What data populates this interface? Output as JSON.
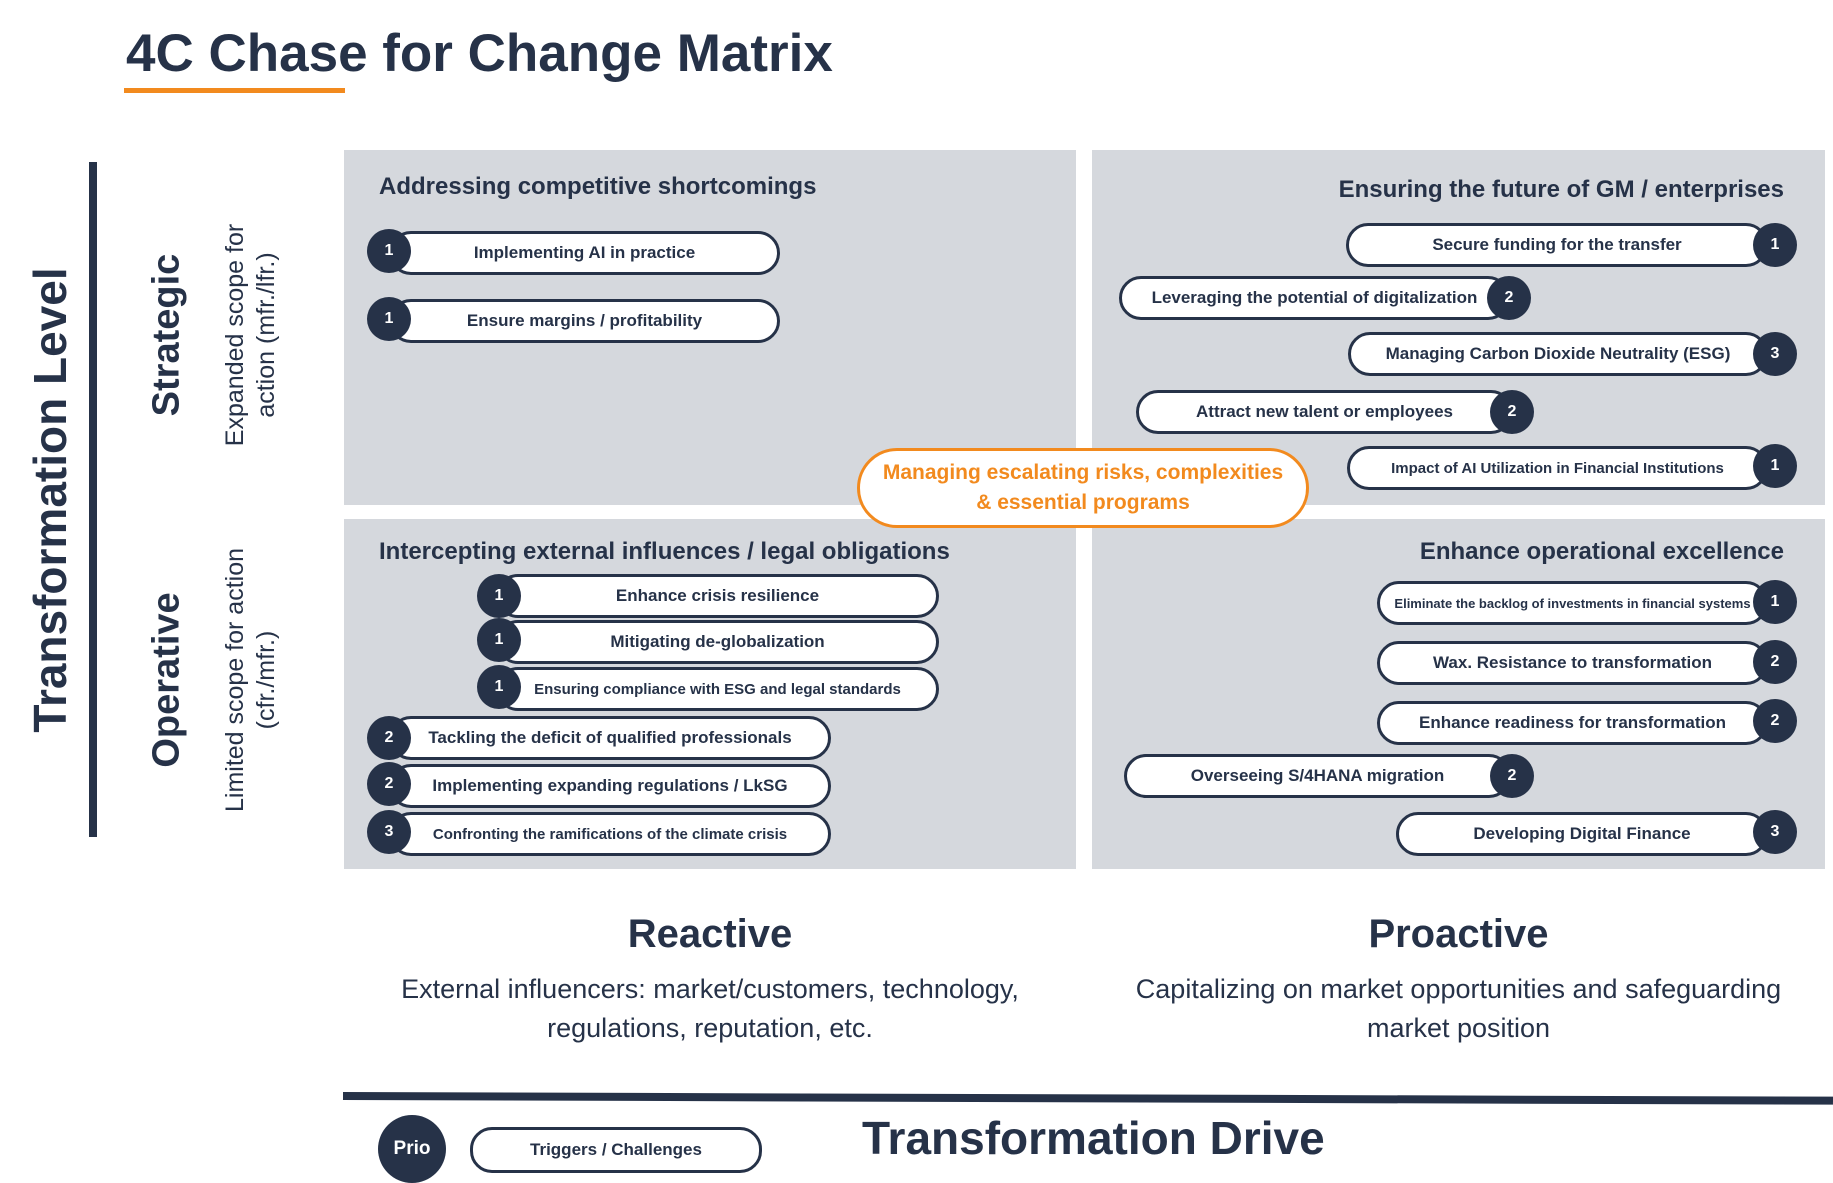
{
  "title": "4C Chase for Change Matrix",
  "axes": {
    "y_title": "Transformation Level",
    "x_title": "Transformation Drive",
    "rows": [
      {
        "title": "Strategic",
        "subtitle_lines": [
          "Expanded scope for",
          "action (mfr./lfr.)"
        ]
      },
      {
        "title": "Operative",
        "subtitle_lines": [
          "Limited scope for action",
          "(cfr./mfr.)"
        ]
      }
    ],
    "columns": [
      {
        "title": "Reactive",
        "desc_lines": [
          "External influencers: market/customers, technology,",
          "regulations, reputation, etc."
        ]
      },
      {
        "title": "Proactive",
        "desc_lines": [
          "Capitalizing on market opportunities and safeguarding",
          "market position"
        ]
      }
    ]
  },
  "quadrants": {
    "strategic_reactive": {
      "title": "Addressing competitive shortcomings",
      "items": [
        {
          "label": "Implementing AI in practice",
          "prio": "1"
        },
        {
          "label": "Ensure margins / profitability",
          "prio": "1"
        }
      ]
    },
    "strategic_proactive": {
      "title": "Ensuring the future of GM / enterprises",
      "items": [
        {
          "label": "Secure funding for the transfer",
          "prio": "1"
        },
        {
          "label": "Leveraging the potential of digitalization",
          "prio": "2"
        },
        {
          "label": "Managing Carbon Dioxide Neutrality (ESG)",
          "prio": "3"
        },
        {
          "label": "Attract new talent or employees",
          "prio": "2"
        },
        {
          "label": "Impact of AI Utilization in Financial Institutions",
          "prio": "1"
        }
      ]
    },
    "operative_reactive": {
      "title": "Intercepting external influences / legal obligations",
      "items": [
        {
          "label": "Enhance crisis resilience",
          "prio": "1"
        },
        {
          "label": "Mitigating de-globalization",
          "prio": "1"
        },
        {
          "label": "Ensuring compliance with ESG and legal standards",
          "prio": "1"
        },
        {
          "label": "Tackling the deficit of qualified professionals",
          "prio": "2"
        },
        {
          "label": "Implementing expanding regulations / LkSG",
          "prio": "2"
        },
        {
          "label": "Confronting the ramifications of the climate crisis",
          "prio": "3"
        }
      ]
    },
    "operative_proactive": {
      "title": "Enhance operational excellence",
      "items": [
        {
          "label": "Eliminate the backlog of investments in financial systems",
          "prio": "1"
        },
        {
          "label": "Wax. Resistance to transformation",
          "prio": "2"
        },
        {
          "label": "Enhance readiness for transformation",
          "prio": "2"
        },
        {
          "label": "Overseeing S/4HANA migration",
          "prio": "2"
        },
        {
          "label": "Developing Digital Finance",
          "prio": "3"
        }
      ]
    }
  },
  "center_callout": {
    "line1": "Managing escalating risks, complexities",
    "line2": "&  essential programs"
  },
  "legend": {
    "badge": "Prio",
    "pill": "Triggers / Challenges"
  },
  "colors": {
    "navy": "#263248",
    "accent": "#f28a1e",
    "quadrant_bg": "#d5d8dd"
  }
}
